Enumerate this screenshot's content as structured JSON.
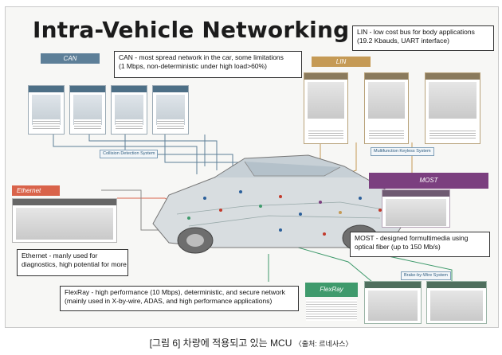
{
  "title": "Intra-Vehicle Networking",
  "callouts": {
    "can": [
      "CAN - most spread network in the car, some limitations",
      "(1 Mbps, non-deterministic under high load>60%)"
    ],
    "lin": [
      "LIN - low cost bus for body applications",
      "(19.2 Kbauds, UART interface)"
    ],
    "ethernet": [
      "Ethernet - manly used for",
      "diagnostics, high potential for more"
    ],
    "most": [
      "MOST - designed formultimedia using",
      "optical fiber (up to 150 Mb/s)"
    ],
    "flexray": [
      "FlexRay - high performance (10 Mbps), deterministic, and secure network",
      "(mainly used in X-by-wire, ADAS, and high performance applications)"
    ]
  },
  "tags": {
    "can": "CAN",
    "lin": "LIN",
    "ethernet": "Ethernet",
    "most": "MOST",
    "flexray": "FlexRay"
  },
  "caption": {
    "main": "[그림 6] 차량에 적용되고 있는 MCU",
    "source": "〈출처: 르네사스〉"
  },
  "colors": {
    "can": "#5d7f98",
    "lin": "#c59a55",
    "ethernet": "#d9634a",
    "most": "#7b3f7f",
    "flexray": "#3f9a6c"
  }
}
